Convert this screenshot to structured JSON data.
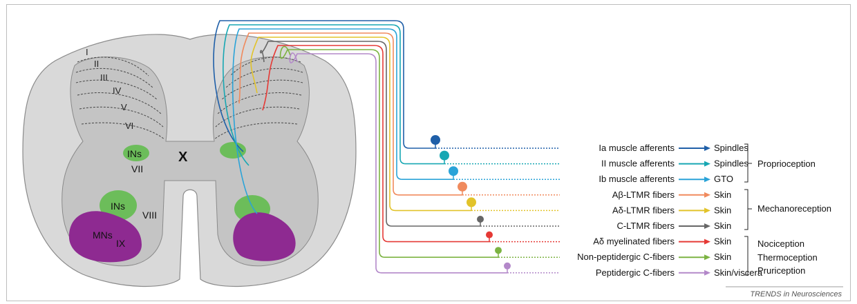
{
  "laminae": [
    "I",
    "II",
    "III",
    "IV",
    "V",
    "VI"
  ],
  "regions": {
    "ins_dorsal": "INs",
    "lamina_vii": "VII",
    "lamina_x": "X",
    "ins_ventral": "INs",
    "lamina_viii": "VIII",
    "mns": "MNs",
    "lamina_ix": "IX"
  },
  "fibers": [
    {
      "label": "Ia muscle afferents",
      "target": "Spindles",
      "color": "#1f5fa8"
    },
    {
      "label": "II muscle afferents",
      "target": "Spindles",
      "color": "#17a7b3"
    },
    {
      "label": "Ib muscle afferents",
      "target": "GTO",
      "color": "#2aa3d8"
    },
    {
      "label": "Aβ-LTMR fibers",
      "target": "Skin",
      "color": "#f08a5d"
    },
    {
      "label": "Aδ-LTMR fibers",
      "target": "Skin",
      "color": "#e2c32a"
    },
    {
      "label": "C-LTMR fibers",
      "target": "Skin",
      "color": "#666666"
    },
    {
      "label": "Aδ myelinated fibers",
      "target": "Skin",
      "color": "#e53935"
    },
    {
      "label": "Non-peptidergic C-fibers",
      "target": "Skin",
      "color": "#7cb342"
    },
    {
      "label": "Peptidergic C-fibers",
      "target": "Skin/viscera",
      "color": "#b388c9"
    }
  ],
  "groups": {
    "proprioception": "Proprioception",
    "mechanoreception": "Mechanoreception",
    "nociception": "Nociception",
    "thermoception": "Thermoception",
    "pruriception": "Pruriception"
  },
  "credit": "TRENDS in Neurosciences",
  "colors": {
    "cord_fill": "#d9d9d9",
    "cord_stroke": "#8a8a8a",
    "grey_matter": "#c4c4c4",
    "interneuron_green": "#6cbd5a",
    "motor_purple": "#8e2a91"
  }
}
